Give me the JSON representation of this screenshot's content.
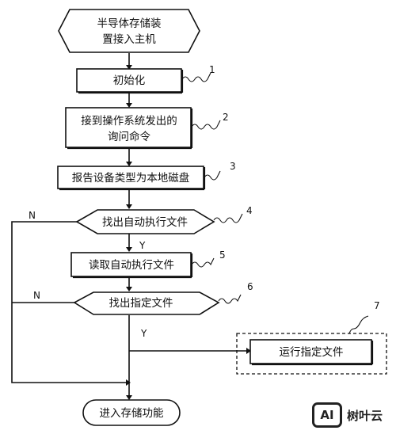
{
  "flowchart": {
    "start": "半导体存储装置接入主机",
    "steps": [
      {
        "text": "初始化",
        "ref": "1"
      },
      {
        "text": "接到操作系统发出的询问命令",
        "ref": "2"
      },
      {
        "text": "报告设备类型为本地磁盘",
        "ref": "3"
      }
    ],
    "decision1": {
      "text": "找出自动执行文件",
      "ref": "4",
      "no": "N",
      "yes": "Y"
    },
    "read_step": {
      "text": "读取自动执行文件",
      "ref": "5"
    },
    "decision2": {
      "text": "找出指定文件",
      "ref": "6",
      "no": "N",
      "yes": "Y"
    },
    "run_step": {
      "text": "运行指定文件",
      "ref": "7"
    },
    "end": "进入存储功能"
  },
  "watermark": {
    "logo": "AI",
    "text": "树叶云"
  }
}
